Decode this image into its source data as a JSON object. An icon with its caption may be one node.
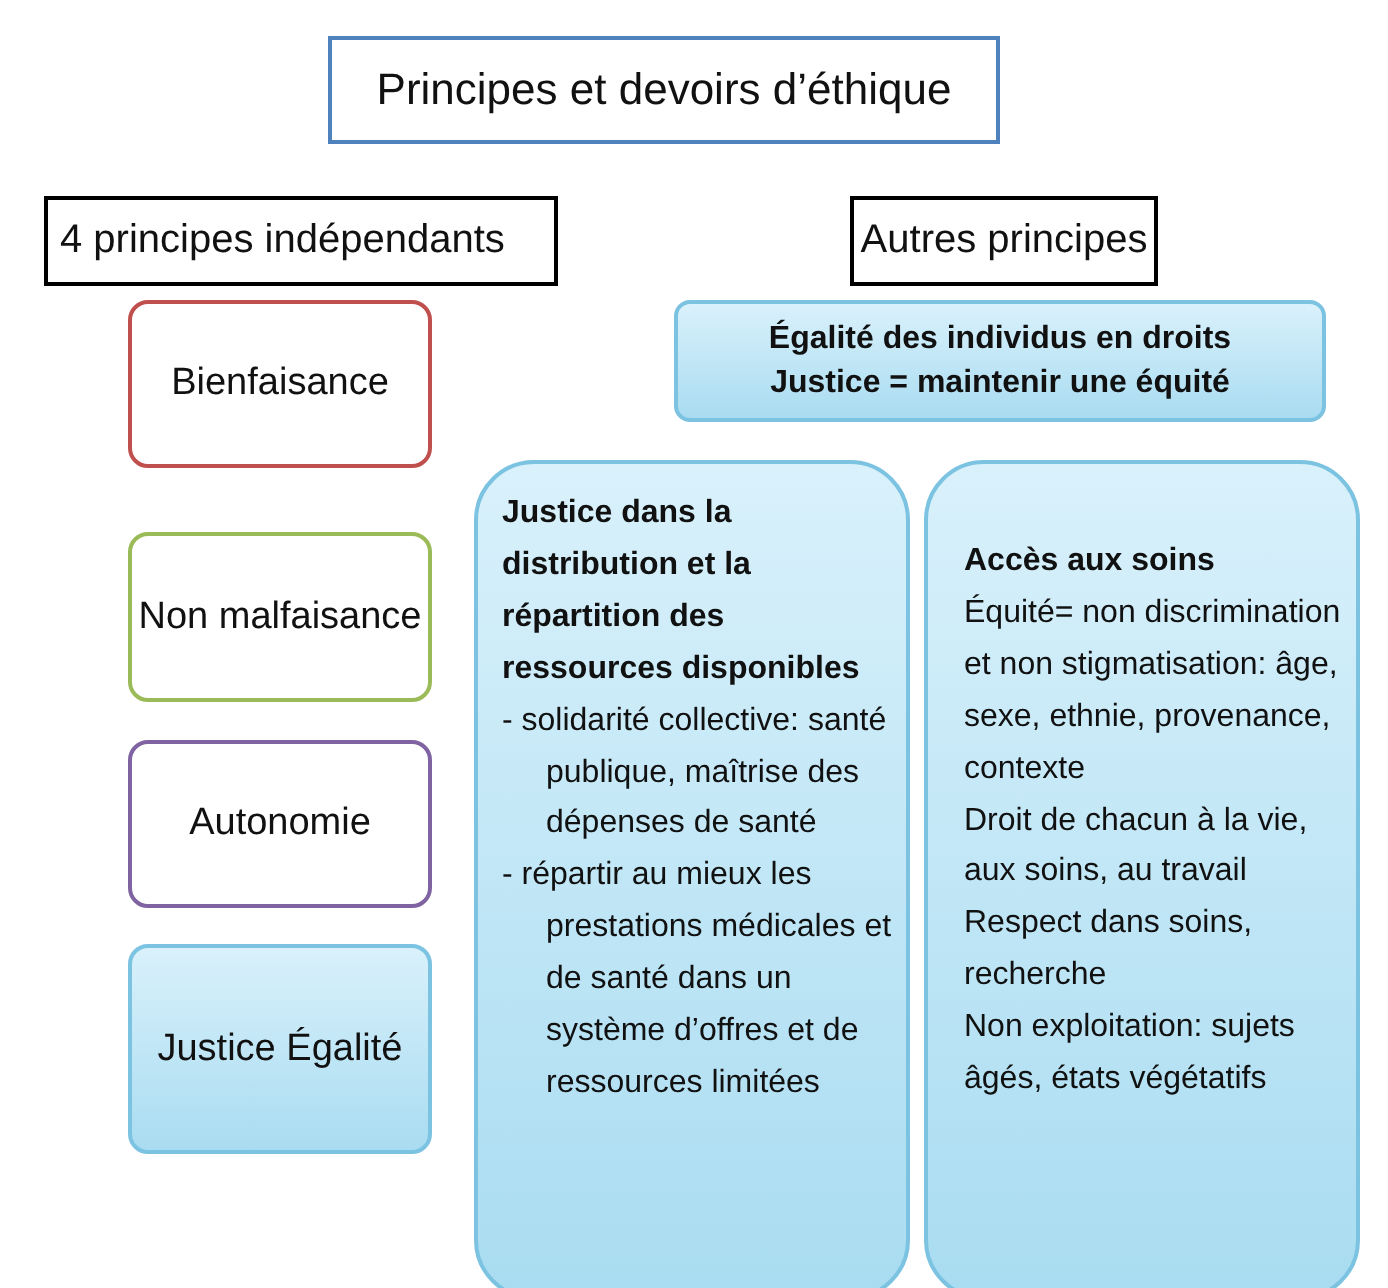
{
  "diagram": {
    "nodes": [
      {
        "text": [
          "Principes et devoirs d’éthique"
        ]
      },
      {
        "text": [
          "4 principes indépendants"
        ]
      },
      {
        "text": [
          "Autres principes"
        ]
      },
      {
        "text": [
          "Bienfaisance"
        ]
      },
      {
        "text": [
          "Non malfaisance"
        ]
      },
      {
        "text": [
          "Autonomie"
        ]
      },
      {
        "text": [
          "Justice Égalité"
        ]
      },
      {
        "text": [
          "Égalité des individus en droits",
          "Justice = maintenir une équité"
        ]
      },
      {
        "text": [
          "Justice dans la distribution et la répartition des ressources disponibles",
          "- solidarité collective: santé publique, maîtrise des dépenses de santé",
          "- répartir au mieux les prestations médicales et de santé dans un système d’offres et de ressources limitées"
        ]
      },
      {
        "text": [
          "Accès aux soins",
          "Équité= non discrimination et non stigmatisation: âge, sexe, ethnie, provenance, contexte",
          "Droit de chacun à la vie, aux soins, au travail",
          "Respect dans soins, recherche",
          "Non exploitation: sujets âgés, états végétatifs"
        ]
      }
    ]
  }
}
